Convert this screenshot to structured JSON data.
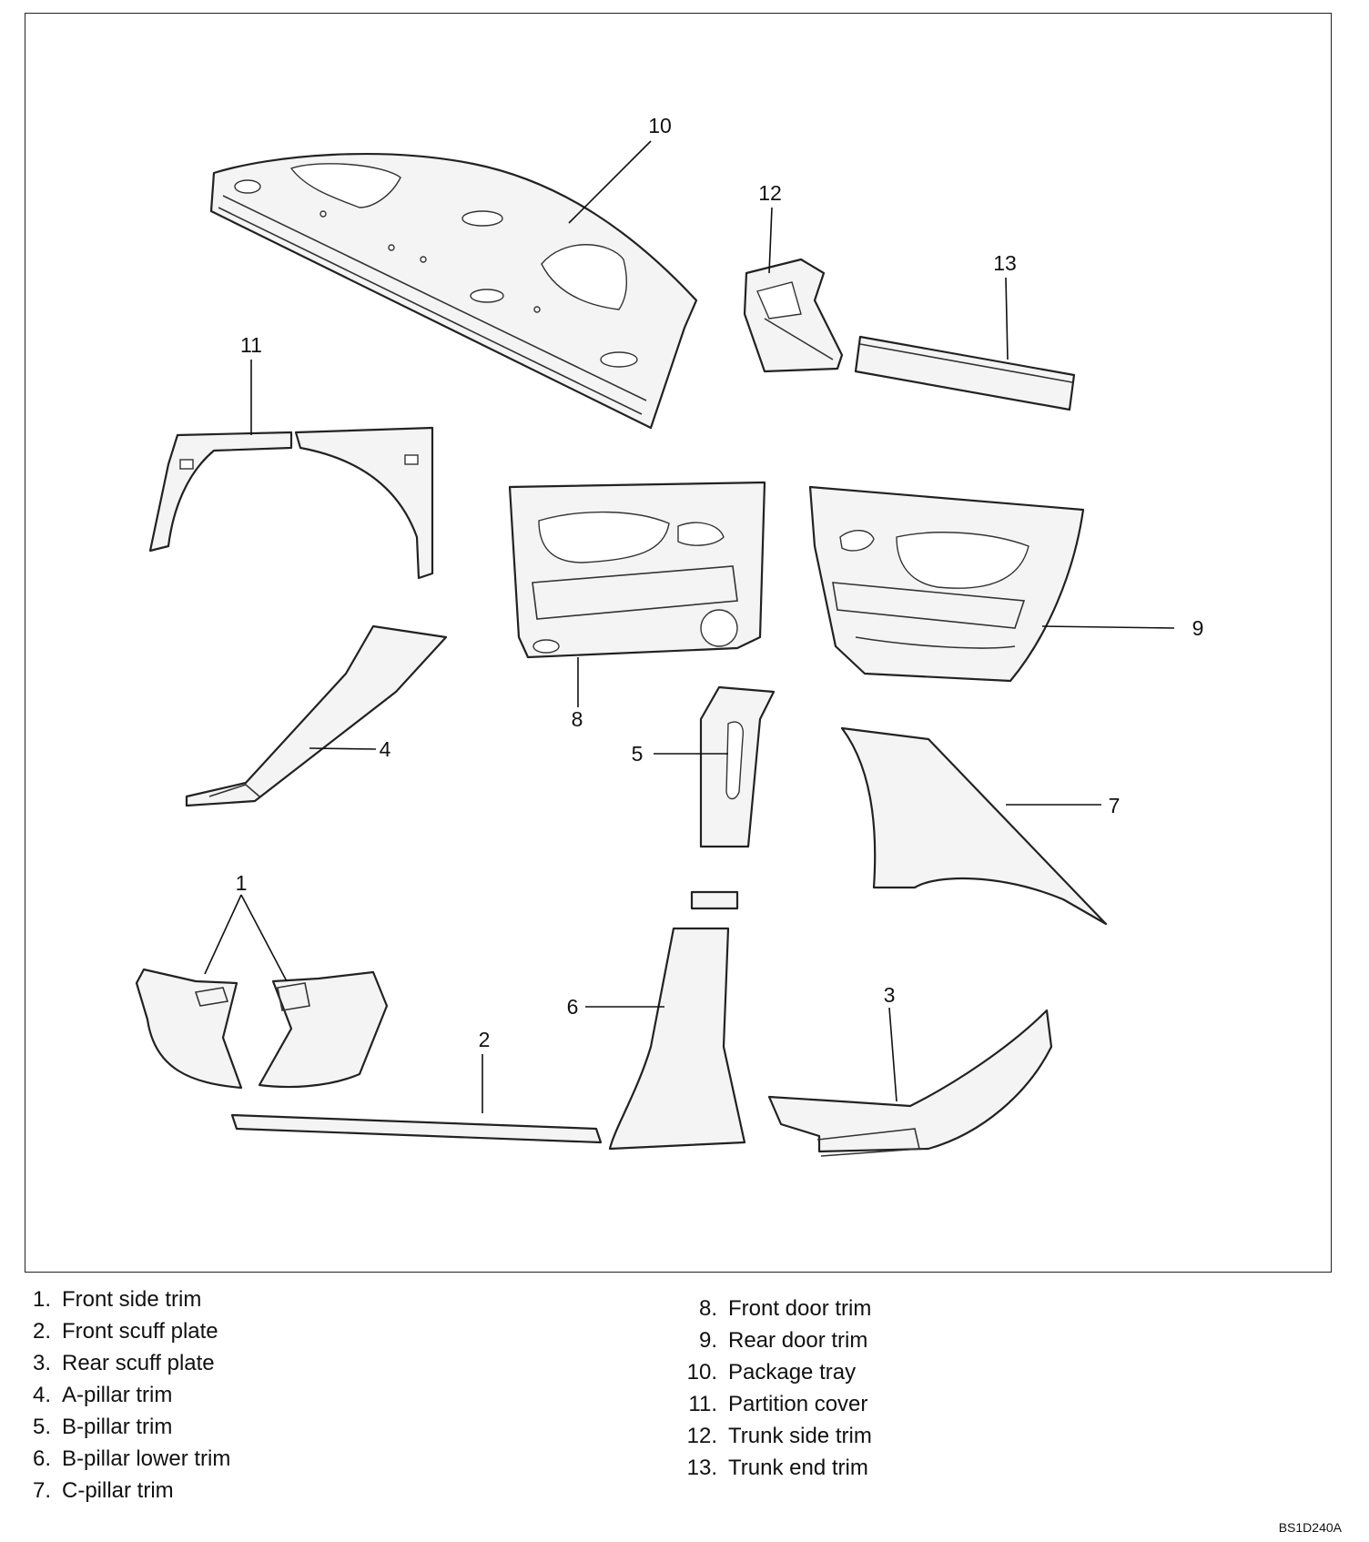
{
  "callouts": [
    "1",
    "2",
    "3",
    "4",
    "5",
    "6",
    "7",
    "8",
    "9",
    "10",
    "11",
    "12",
    "13"
  ],
  "legend_left": [
    {
      "num": "1.",
      "label": "Front side trim"
    },
    {
      "num": "2.",
      "label": "Front scuff plate"
    },
    {
      "num": "3.",
      "label": "Rear scuff plate"
    },
    {
      "num": "4.",
      "label": "A-pillar trim"
    },
    {
      "num": "5.",
      "label": "B-pillar trim"
    },
    {
      "num": "6.",
      "label": "B-pillar lower trim"
    },
    {
      "num": "7.",
      "label": "C-pillar trim"
    }
  ],
  "legend_right": [
    {
      "num": "8.",
      "label": "Front door trim"
    },
    {
      "num": "9.",
      "label": "Rear door trim"
    },
    {
      "num": "10.",
      "label": "Package tray"
    },
    {
      "num": "11.",
      "label": "Partition cover"
    },
    {
      "num": "12.",
      "label": "Trunk side trim"
    },
    {
      "num": "13.",
      "label": "Trunk end trim"
    }
  ],
  "figure_code": "BS1D240A"
}
